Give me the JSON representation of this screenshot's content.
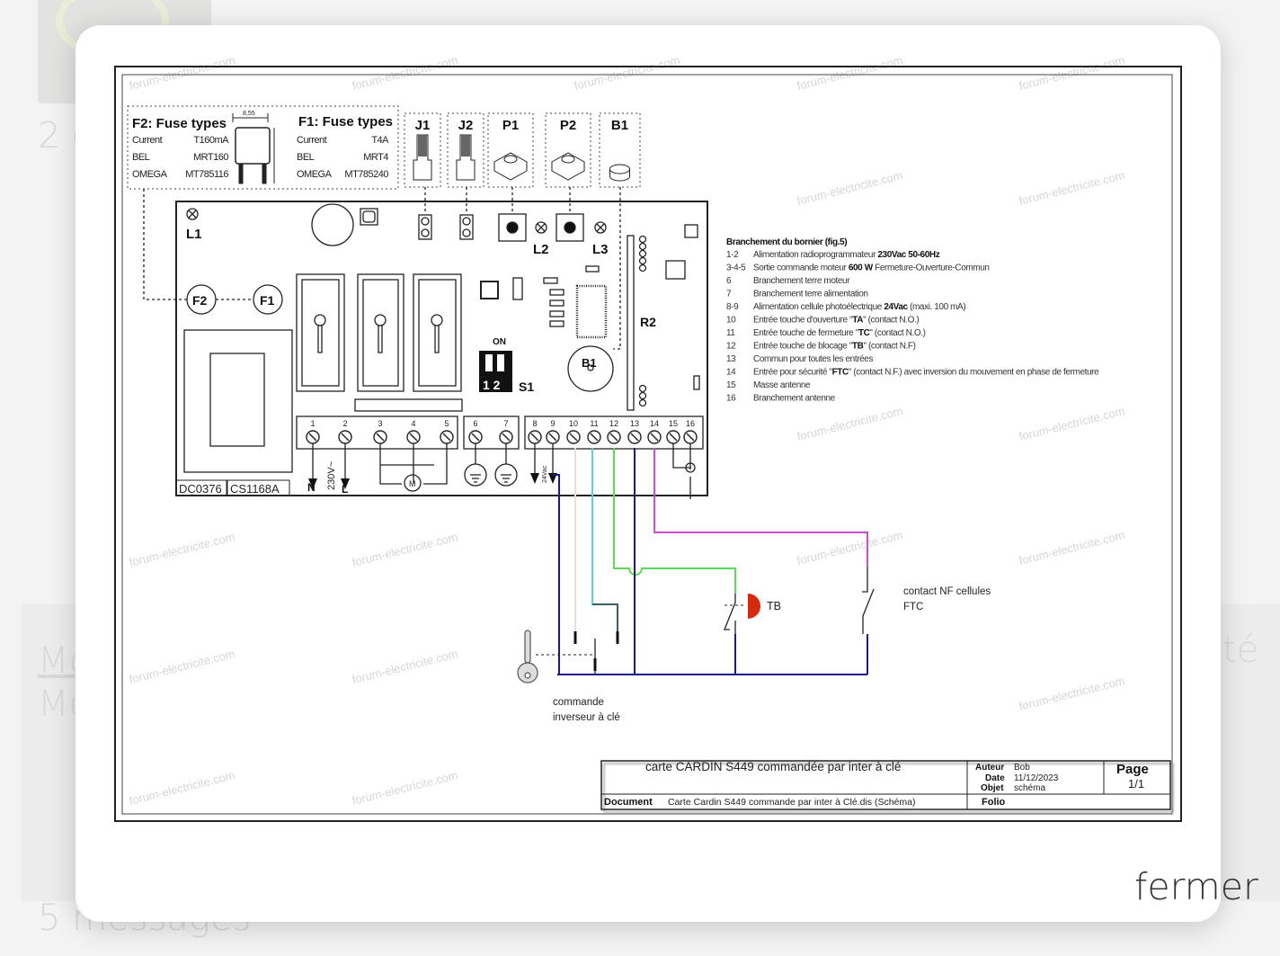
{
  "background": {
    "count_text": "2 c",
    "link_text": "Mo",
    "line_text": "Me",
    "messages_text": "5 messages",
    "right_text": "té"
  },
  "modal": {
    "close_label": "fermer"
  },
  "diagram": {
    "watermark": "forum-electricite.com",
    "fuses": {
      "f2_title": "F2: Fuse types",
      "f1_title": "F1: Fuse types",
      "dimension": "8,55",
      "f2_rows": [
        [
          "Current",
          "T160mA"
        ],
        [
          "BEL",
          "MRT160"
        ],
        [
          "OMEGA",
          "MT785116"
        ]
      ],
      "f1_rows": [
        [
          "Current",
          "T4A"
        ],
        [
          "BEL",
          "MRT4"
        ],
        [
          "OMEGA",
          "MT785240"
        ]
      ]
    },
    "components": [
      "J1",
      "J2",
      "P1",
      "P2",
      "B1"
    ],
    "board_labels": {
      "l1": "L1",
      "l2": "L2",
      "l3": "L3",
      "r2": "R2",
      "f1": "F1",
      "f2": "F2",
      "on": "ON",
      "dip": "1 2",
      "s1": "S1",
      "b1": "B1",
      "n": "N",
      "l": "L",
      "v230": "230V~",
      "m": "M",
      "v24": "24Vac",
      "dc": "DC0376",
      "cs": "CS1168A"
    },
    "terminals": [
      "1",
      "2",
      "3",
      "4",
      "5",
      "6",
      "7",
      "8",
      "9",
      "10",
      "11",
      "12",
      "13",
      "14",
      "15",
      "16"
    ],
    "legend": {
      "title": "Branchement du bornier (fig.5)",
      "items": [
        {
          "num": "1-2",
          "pre": "Alimentation radioprogrammateur ",
          "bold": "230Vac 50-60Hz",
          "post": ""
        },
        {
          "num": "3-4-5",
          "pre": "Sortie commande moteur ",
          "bold": "600 W",
          "post": " Fermeture-Ouverture-Commun"
        },
        {
          "num": "6",
          "pre": "Branchement terre moteur",
          "bold": "",
          "post": ""
        },
        {
          "num": "7",
          "pre": "Branchement terre alimentation",
          "bold": "",
          "post": ""
        },
        {
          "num": "8-9",
          "pre": "Alimentation cellule photoélectrique ",
          "bold": "24Vac",
          "post": " (maxi. 100 mA)"
        },
        {
          "num": "10",
          "pre": "Entrée touche d'ouverture \"",
          "bold": "TA",
          "post": "\" (contact N.O.)"
        },
        {
          "num": "11",
          "pre": "Entrée touche de fermeture \"",
          "bold": "TC",
          "post": "\" (contact N.O.)"
        },
        {
          "num": "12",
          "pre": "Entrée touche de blocage \"",
          "bold": "TB",
          "post": "\" (contact N.F)"
        },
        {
          "num": "13",
          "pre": "Commun pour toutes les entrées",
          "bold": "",
          "post": ""
        },
        {
          "num": "14",
          "pre": "Entrée pour sécurité \"",
          "bold": "FTC",
          "post": "\" (contact N.F.) avec inversion du mouvement en phase de fermeture"
        },
        {
          "num": "15",
          "pre": "Masse antenne",
          "bold": "",
          "post": ""
        },
        {
          "num": "16",
          "pre": "Branchement antenne",
          "bold": "",
          "post": ""
        }
      ]
    },
    "annotations": {
      "key_line1": "commande",
      "key_line2": "inverseur à clé",
      "tb": "TB",
      "ftc_line1": "contact NF cellules",
      "ftc_line2": "FTC"
    },
    "wire_colors": {
      "navy": "#1a1a8c",
      "beige": "#e8e0d8",
      "cyan": "#5fd0d8",
      "green": "#5ed85a",
      "magenta": "#c84fd0",
      "red": "#d42a10"
    },
    "title_block": {
      "title": "carte CARDIN S449 commandée par inter à clé",
      "author_label": "Auteur",
      "author": "Bob",
      "date_label": "Date",
      "date": "11/12/2023",
      "object_label": "Objet",
      "object": "schéma",
      "page_label": "Page",
      "page": "1/1",
      "document_label": "Document",
      "document": "Carte Cardin S449 commande par inter à Clé.dis (Schéma)",
      "folio_label": "Folio"
    }
  }
}
